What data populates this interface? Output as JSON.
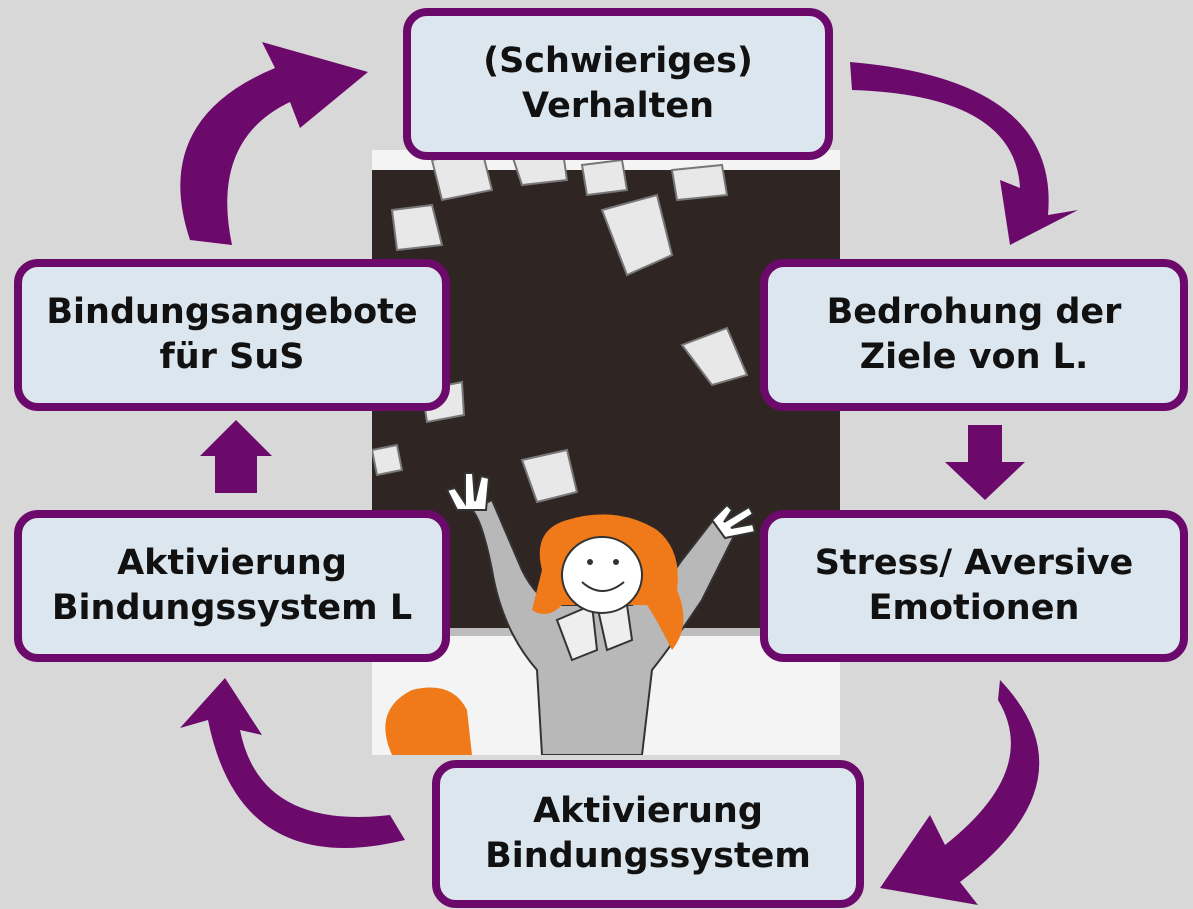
{
  "colors": {
    "accent": "#6b0a6b",
    "box_fill": "#dce6ee",
    "background": "#d8d8d8",
    "board": "#2f2624"
  },
  "nodes": {
    "top": {
      "line1": "(Schwieriges)",
      "line2": "Verhalten"
    },
    "right": {
      "line1": "Bedrohung der",
      "line2": "Ziele von L."
    },
    "right2": {
      "line1": "Stress/ Aversive",
      "line2": "Emotionen"
    },
    "bottom": {
      "line1": "Aktivierung",
      "line2": "Bindungssystem"
    },
    "left2": {
      "line1": "Aktivierung",
      "line2": "Bindungssystem L"
    },
    "left": {
      "line1": "Bindungsangebote",
      "line2": "für SuS"
    }
  },
  "illustration": {
    "subject": "teacher throwing papers in front of blackboard"
  }
}
